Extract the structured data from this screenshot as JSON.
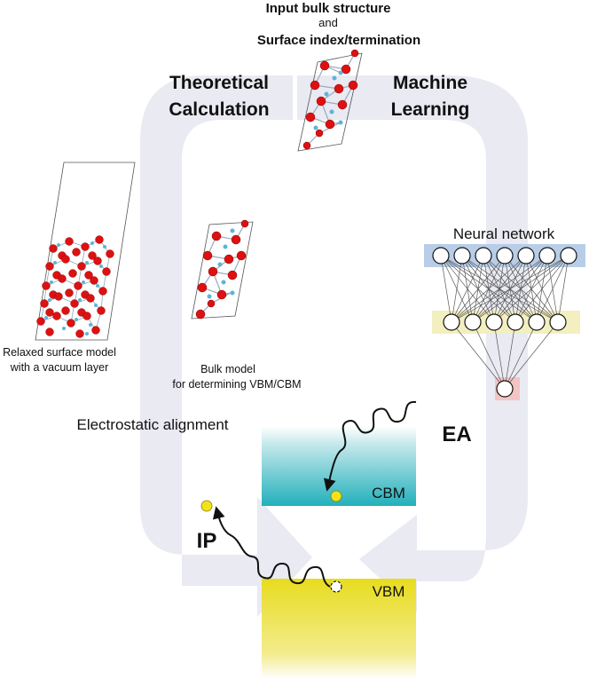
{
  "top": {
    "line1": "Input bulk structure",
    "line2": "and",
    "line3": "Surface index/termination"
  },
  "left_branch": {
    "title_line1": "Theoretical",
    "title_line2": "Calculation"
  },
  "right_branch": {
    "title_line1": "Machine",
    "title_line2": "Learning"
  },
  "surface_model": {
    "caption_line1": "Relaxed surface model",
    "caption_line2": "with a vacuum layer"
  },
  "bulk_model": {
    "caption_line1": "Bulk model",
    "caption_line2": "for determining VBM/CBM"
  },
  "alignment": {
    "label": "Electrostatic alignment"
  },
  "neural_network": {
    "label": "Neural network",
    "input_nodes": 7,
    "hidden_nodes": 6,
    "output_nodes": 1,
    "input_layer_color": "#b8cde8",
    "hidden_layer_color": "#f3efbf",
    "output_layer_color": "#f2c4c4"
  },
  "bands": {
    "cbm_label": "CBM",
    "vbm_label": "VBM",
    "cbm_color": "#26b3bd",
    "vbm_color": "#e8dc1e"
  },
  "processes": {
    "ea_label": "EA",
    "ip_label": "IP"
  },
  "colors": {
    "flow_arrow": "#e9eaf2",
    "atom_large": "#dd1111",
    "atom_small": "#5bb5d9",
    "electron": "#f2e21a"
  }
}
